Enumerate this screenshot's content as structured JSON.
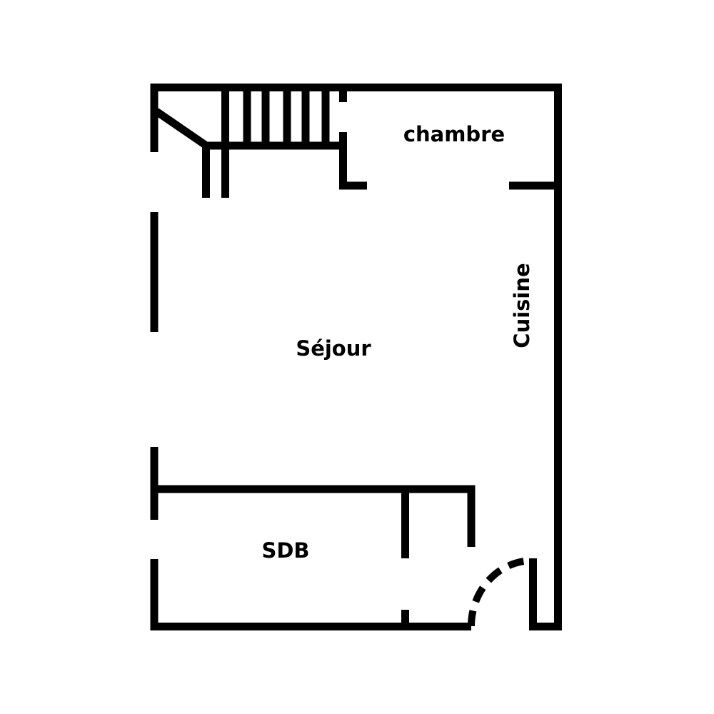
{
  "plan": {
    "rooms": {
      "chambre": "chambre",
      "sejour": "Séjour",
      "cuisine": "Cuisine",
      "sdb": "SDB"
    },
    "wall_color": "#000000"
  }
}
